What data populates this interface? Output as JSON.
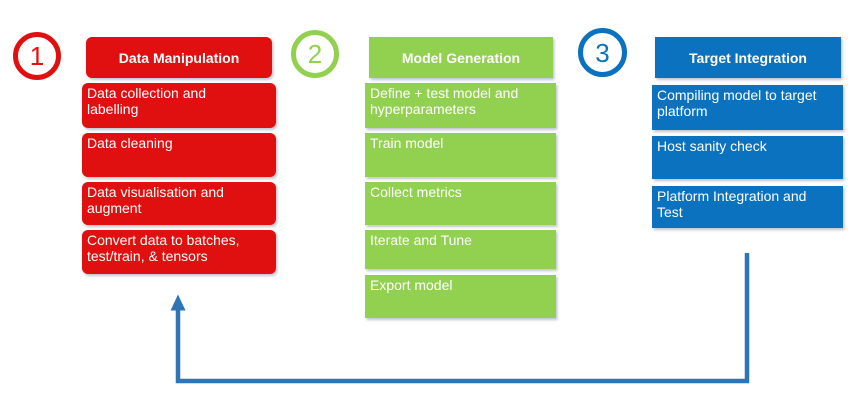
{
  "diagram": {
    "text_color": "#ffffff",
    "columns": [
      {
        "step_number": "1",
        "title": "Data Manipulation",
        "color": "#e01010",
        "items": [
          "Data collection and\nlabelling",
          "Data cleaning",
          "Data visualisation and\naugment",
          "Convert data to batches,\ntest/train, & tensors"
        ]
      },
      {
        "step_number": "2",
        "title": "Model Generation",
        "color": "#92d050",
        "items": [
          "Define + test model and\nhyperparameters",
          "Train model",
          "Collect metrics",
          "Iterate and Tune",
          "Export model"
        ]
      },
      {
        "step_number": "3",
        "title": "Target Integration",
        "color": "#0b72bf",
        "items": [
          "Compiling model to target\nplatform",
          "Host sanity check",
          "Platform Integration and\nTest"
        ]
      }
    ],
    "arrow": {
      "color": "#2e75b6"
    }
  }
}
